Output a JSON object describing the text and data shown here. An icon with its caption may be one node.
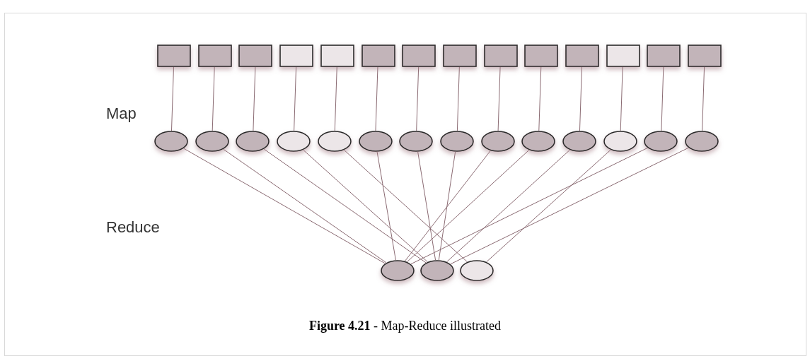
{
  "diagram": {
    "caption": "**Figure 4.21** - Map-Reduce illustrated",
    "nodes": [
      {
        "text": [],
        "shape": "box"
      },
      {
        "text": [],
        "shape": "box"
      },
      {
        "text": [],
        "shape": "box"
      },
      {
        "text": [],
        "shape": "box"
      },
      {
        "text": [],
        "shape": "box"
      },
      {
        "text": [],
        "shape": "box"
      },
      {
        "text": [],
        "shape": "box"
      },
      {
        "text": [],
        "shape": "box"
      },
      {
        "text": [],
        "shape": "box"
      },
      {
        "text": [],
        "shape": "box"
      },
      {
        "text": [],
        "shape": "box"
      },
      {
        "text": [],
        "shape": "box"
      },
      {
        "text": [],
        "shape": "box"
      },
      {
        "text": [],
        "shape": "box"
      },
      {
        "text": [],
        "shape": "ellipse"
      },
      {
        "text": [],
        "shape": "ellipse"
      },
      {
        "text": [],
        "shape": "ellipse"
      },
      {
        "text": [],
        "shape": "ellipse"
      },
      {
        "text": [],
        "shape": "ellipse"
      },
      {
        "text": [],
        "shape": "ellipse"
      },
      {
        "text": [],
        "shape": "ellipse"
      },
      {
        "text": [],
        "shape": "ellipse"
      },
      {
        "text": [],
        "shape": "ellipse"
      },
      {
        "text": [],
        "shape": "ellipse"
      },
      {
        "text": [],
        "shape": "ellipse"
      },
      {
        "text": [],
        "shape": "ellipse"
      },
      {
        "text": [],
        "shape": "ellipse"
      },
      {
        "text": [],
        "shape": "ellipse"
      },
      {
        "text": [],
        "shape": "ellipse"
      },
      {
        "text": [],
        "shape": "ellipse"
      },
      {
        "text": [],
        "shape": "ellipse"
      }
    ],
    "edges": [
      {
        "from": 0,
        "to": 14,
        "arrow": "none"
      },
      {
        "from": 1,
        "to": 15,
        "arrow": "none"
      },
      {
        "from": 2,
        "to": 16,
        "arrow": "none"
      },
      {
        "from": 3,
        "to": 17,
        "arrow": "none"
      },
      {
        "from": 4,
        "to": 18,
        "arrow": "none"
      },
      {
        "from": 5,
        "to": 19,
        "arrow": "none"
      },
      {
        "from": 6,
        "to": 20,
        "arrow": "none"
      },
      {
        "from": 7,
        "to": 21,
        "arrow": "none"
      },
      {
        "from": 8,
        "to": 22,
        "arrow": "none"
      },
      {
        "from": 9,
        "to": 23,
        "arrow": "none"
      },
      {
        "from": 10,
        "to": 24,
        "arrow": "none"
      },
      {
        "from": 11,
        "to": 25,
        "arrow": "none"
      },
      {
        "from": 12,
        "to": 26,
        "arrow": "none"
      },
      {
        "from": 13,
        "to": 27,
        "arrow": "none"
      },
      {
        "from": 14,
        "to": 28,
        "arrow": "none"
      },
      {
        "from": 15,
        "to": 28,
        "arrow": "none"
      },
      {
        "from": 16,
        "to": 29,
        "arrow": "none"
      },
      {
        "from": 17,
        "to": 29,
        "arrow": "none"
      },
      {
        "from": 18,
        "to": 30,
        "arrow": "none"
      },
      {
        "from": 19,
        "to": 28,
        "arrow": "none"
      },
      {
        "from": 20,
        "to": 29,
        "arrow": "none"
      },
      {
        "from": 21,
        "to": 29,
        "arrow": "none"
      },
      {
        "from": 22,
        "to": 28,
        "arrow": "none"
      },
      {
        "from": 23,
        "to": 28,
        "arrow": "none"
      },
      {
        "from": 24,
        "to": 29,
        "arrow": "none"
      },
      {
        "from": 25,
        "to": 30,
        "arrow": "none"
      },
      {
        "from": 26,
        "to": 28,
        "arrow": "none"
      },
      {
        "from": 27,
        "to": 29,
        "arrow": "none"
      }
    ],
    "labels": [
      "Map",
      "Reduce"
    ]
  }
}
